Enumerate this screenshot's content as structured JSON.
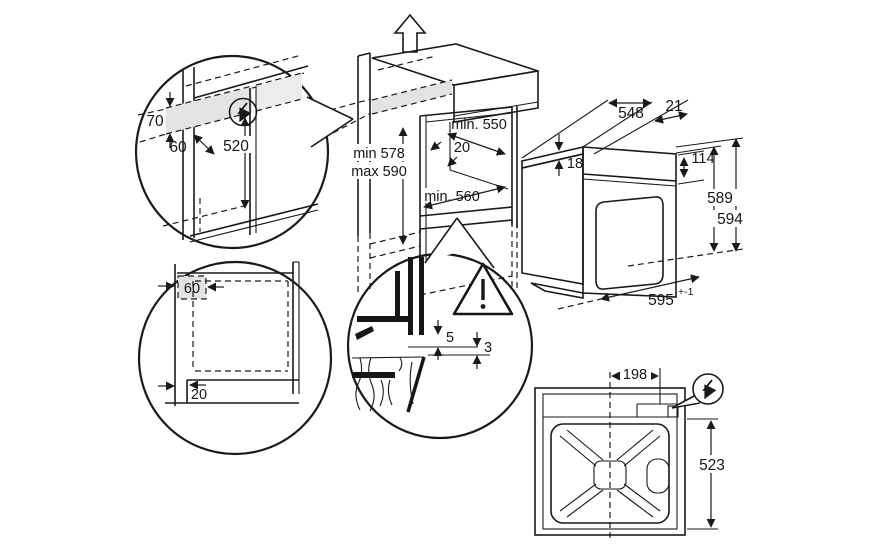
{
  "diagram_title": "built-in-oven-installation-dimensions",
  "colors": {
    "line": "#1a1a1a",
    "shade": "#e3e3e3",
    "background": "#ffffff"
  },
  "icons": {
    "electrical": "lightning-circle",
    "warning": "warning-triangle-exclamation",
    "direction": "hollow-up-arrow"
  },
  "dims": {
    "d70": "70",
    "d60_top": "60",
    "d520": "520",
    "min550": "min. 550",
    "d20_niche": "20",
    "min578": "min 578",
    "max590": "max 590",
    "min560": "min. 560",
    "d548": "548",
    "d21": "21",
    "d18": "18",
    "d114": "114",
    "d589": "589",
    "d594": "594",
    "d595": "595",
    "d595_tol": "+-1",
    "d60_bottom": "60",
    "d20_bottom": "20",
    "d5": "5",
    "d3": "3",
    "d198": "198",
    "d523": "523"
  }
}
